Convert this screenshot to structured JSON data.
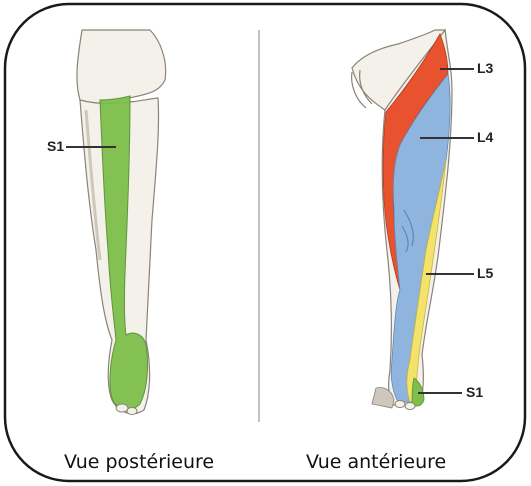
{
  "figure": {
    "left_view": {
      "caption": "Vue postérieure",
      "labels": [
        {
          "text": "S1",
          "color": "#7dbf4a"
        }
      ]
    },
    "right_view": {
      "caption": "Vue antérieure",
      "labels": [
        {
          "text": "L3",
          "color": "#e8522f"
        },
        {
          "text": "L4",
          "color": "#8fb5df"
        },
        {
          "text": "L5",
          "color": "#f3e36a"
        },
        {
          "text": "S1",
          "color": "#7dbf4a"
        }
      ]
    },
    "colors": {
      "frame": "#1a1a1a",
      "skin": "#f4f0ea",
      "skin_shadow": "#cfc7bb",
      "divider": "#9a9a9a"
    }
  }
}
